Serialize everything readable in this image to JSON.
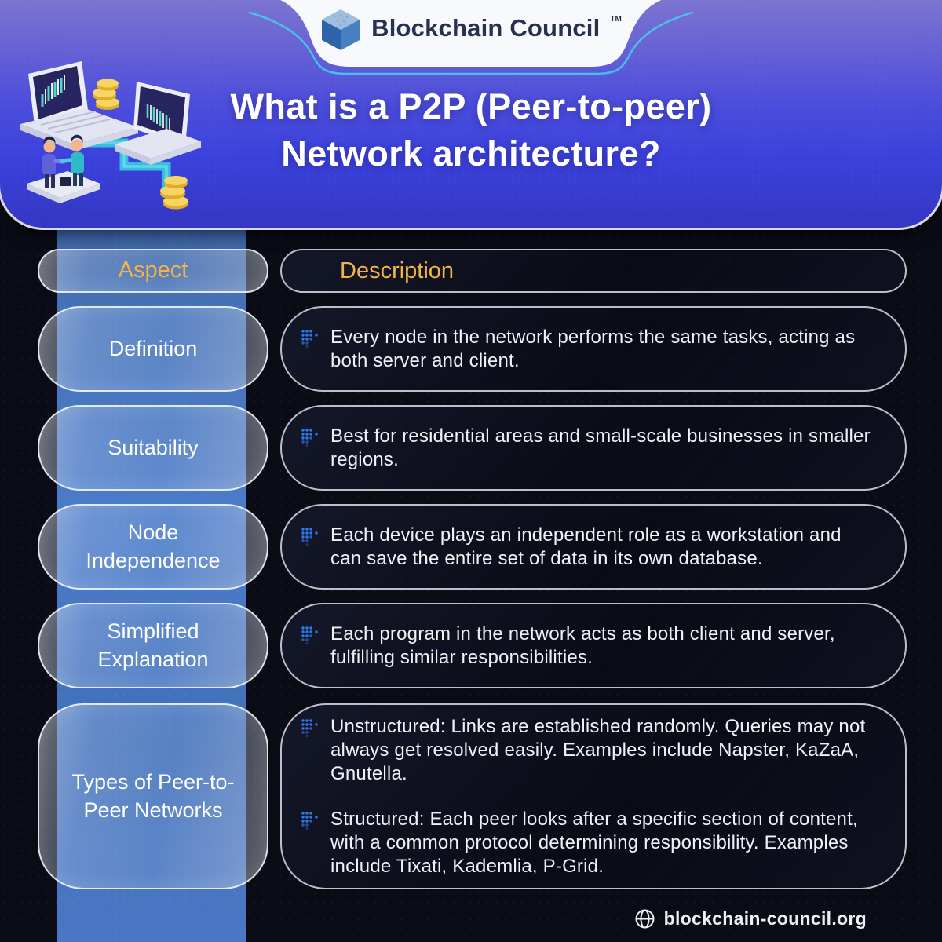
{
  "brand": {
    "logo_text": "Blockchain Council",
    "tm": "TM",
    "footer_site": "blockchain-council.org"
  },
  "header": {
    "title_line1": "What is a P2P (Peer-to-peer)",
    "title_line2": "Network architecture?"
  },
  "table": {
    "headers": {
      "aspect": "Aspect",
      "description": "Description"
    },
    "rows": [
      {
        "aspect": "Definition",
        "bullets": [
          "Every node in the network performs the same tasks, acting as both server and client."
        ]
      },
      {
        "aspect": "Suitability",
        "bullets": [
          "Best for residential areas and small-scale businesses in smaller regions."
        ]
      },
      {
        "aspect": "Node Independence",
        "bullets": [
          "Each device plays an independent role as a workstation and can save the entire set of data in its own database."
        ]
      },
      {
        "aspect": "Simplified Explanation",
        "bullets": [
          "Each program in the network acts as both client and server, fulfilling similar responsibilities."
        ]
      },
      {
        "aspect": "Types of Peer-to-Peer Networks",
        "bullets": [
          "Unstructured: Links are established randomly. Queries may not always get resolved easily. Examples include Napster, KaZaA, Gnutella.",
          "Structured: Each peer looks after a specific section of content, with a common protocol determining responsibility. Examples include Tixati, Kademlia, P-Grid."
        ]
      }
    ]
  },
  "icons": {
    "bullet": "dotted-arrow-icon",
    "footer": "globe-icon",
    "logo": "cube-logo-icon"
  },
  "colors": {
    "accent_yellow": "#F2B544",
    "accent_cyan": "#45CBE8",
    "bullet_blue": "#3079E8",
    "header_blue": "#3B41DC",
    "band_blue": "#4A77C5",
    "background_dark": "#0A0B15"
  }
}
